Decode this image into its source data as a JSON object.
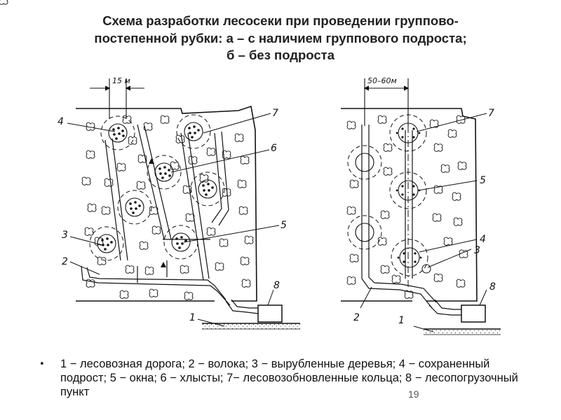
{
  "title": {
    "line1": "Схема разработки лесосеки при проведении группово-",
    "line2": "постепенной рубки: а – с наличием группового подроста;",
    "line3": "б – без подроста"
  },
  "figure_a": {
    "dimension": "15 м",
    "callouts": [
      "1",
      "2",
      "3",
      "4",
      "5",
      "6",
      "7",
      "8"
    ]
  },
  "figure_b": {
    "dimension": "50–60м",
    "callouts": [
      "1",
      "2",
      "3",
      "4",
      "5",
      "7",
      "8"
    ]
  },
  "caption": {
    "bullet": "•",
    "text": "1 − лесовозная дорога; 2 − волока; 3 − вырубленные деревья; 4 − сохраненный подрост; 5 − окна; 6 − хлысты; 7− лесовозобновленные кольца; 8 − лесопогрузочный пункт"
  },
  "page_number": "19"
}
